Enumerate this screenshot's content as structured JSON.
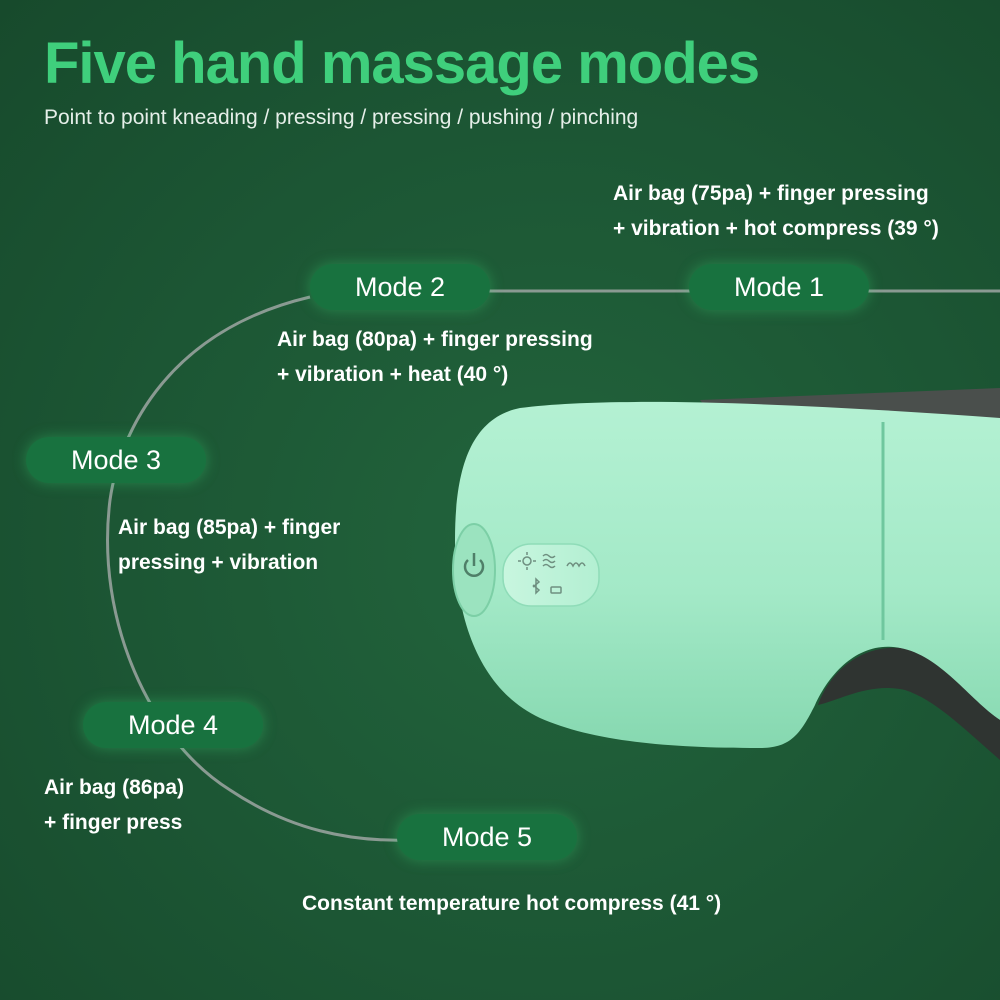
{
  "header": {
    "title": "Five hand massage modes",
    "subtitle": "Point to point kneading / pressing / pressing / pushing / pinching"
  },
  "modes": [
    {
      "label": "Mode 1",
      "lines": [
        "Air bag (75pa) + finger pressing",
        "+ vibration + hot compress (39 °)"
      ]
    },
    {
      "label": "Mode 2",
      "lines": [
        "Air bag (80pa) + finger pressing",
        "+ vibration + heat (40 °)"
      ]
    },
    {
      "label": "Mode 3",
      "lines": [
        "Air bag (85pa) + finger",
        "pressing + vibration"
      ]
    },
    {
      "label": "Mode 4",
      "lines": [
        "Air bag (86pa)",
        "+ finger press"
      ]
    },
    {
      "label": "Mode 5",
      "lines": [
        "Constant temperature hot compress (41 °)"
      ]
    }
  ],
  "colors": {
    "background": "#1e5a36",
    "title": "#3fcf7c",
    "pill": "#18723f",
    "device": "#a6ebca",
    "connector": "#8a9a92"
  },
  "icons": [
    "power-icon",
    "sun-icon",
    "waves-icon",
    "air-icon",
    "bluetooth-icon",
    "battery-icon"
  ]
}
